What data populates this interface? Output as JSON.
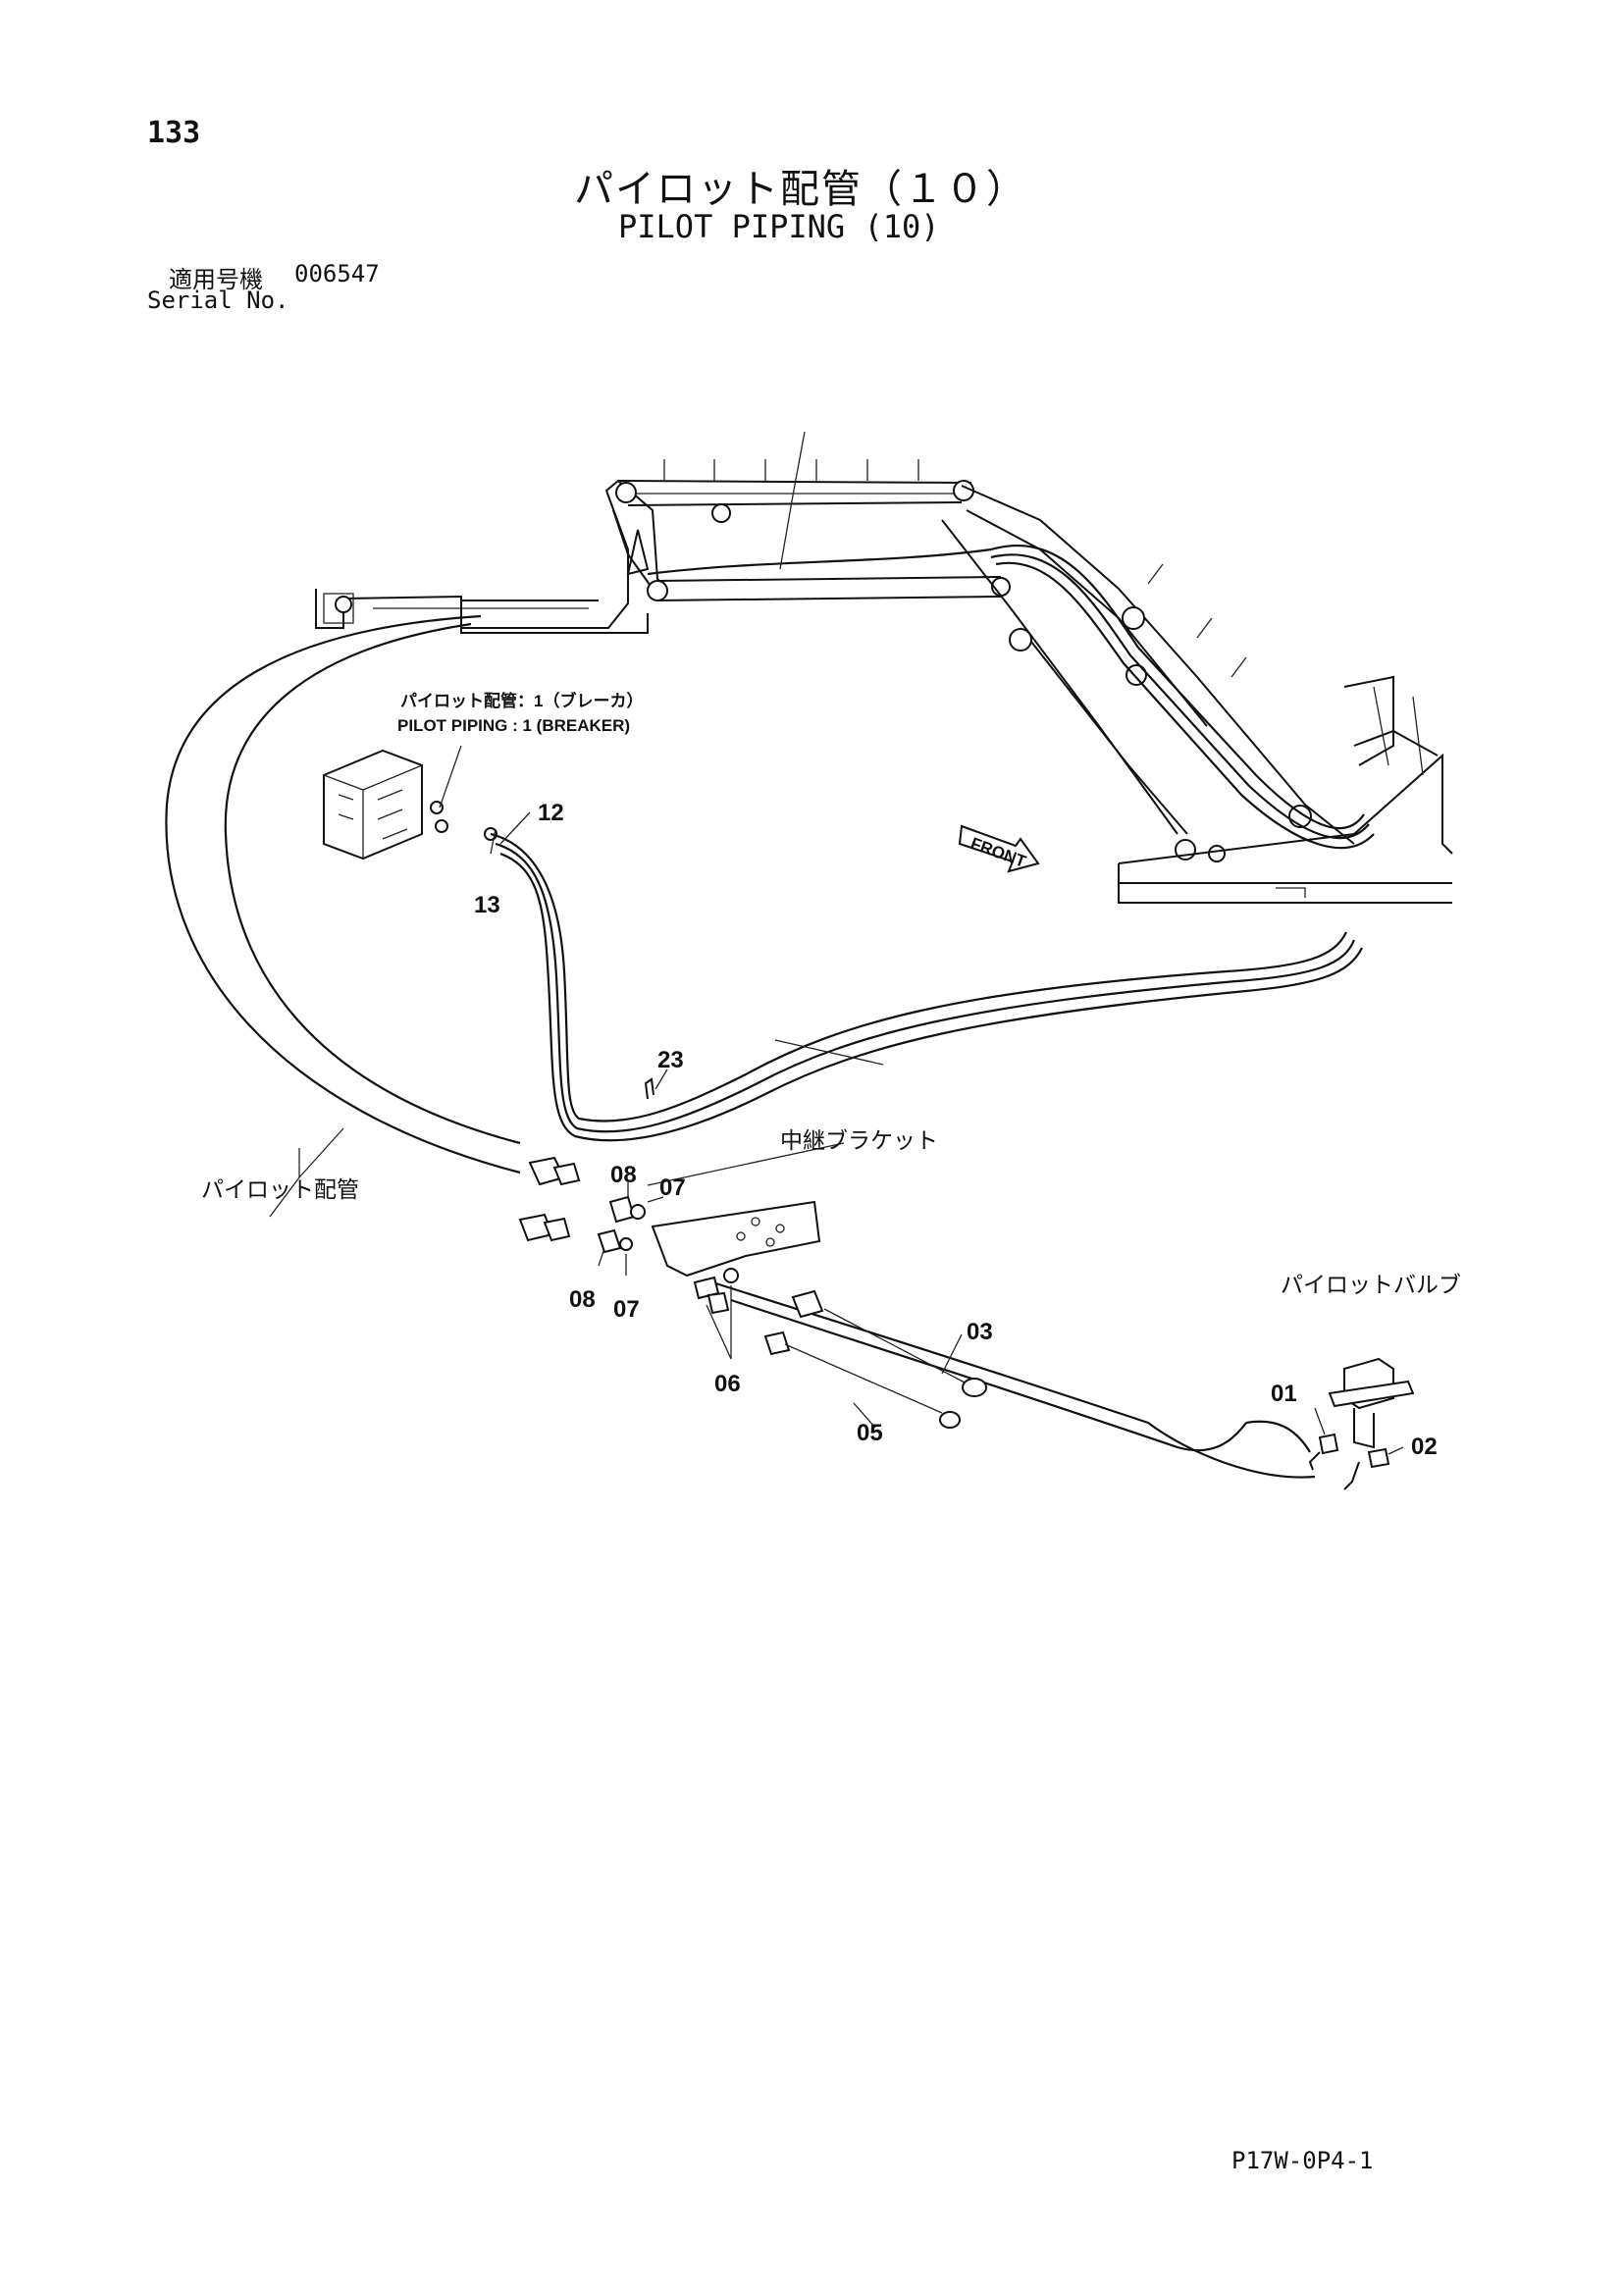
{
  "header": {
    "page_number": "133",
    "title_jp": "パイロット配管（１０）",
    "title_en": "PILOT PIPING (10)",
    "serial_label_jp": "適用号機",
    "serial_value": "006547",
    "serial_label_en": "Serial No."
  },
  "callouts": {
    "breaker_jp": "パイロット配管：1（ブレーカ）",
    "breaker_en": "PILOT PIPING : 1 (BREAKER)",
    "pilot_piping_jp": "パイロット配管",
    "relay_bracket_jp": "中継ブラケット",
    "pilot_valve_jp": "パイロットバルブ",
    "front": "FRONT"
  },
  "part_numbers": {
    "p01": "01",
    "p02": "02",
    "p03": "03",
    "p05": "05",
    "p06": "06",
    "p07a": "07",
    "p07b": "07",
    "p08a": "08",
    "p08b": "08",
    "p12": "12",
    "p13": "13",
    "p23": "23"
  },
  "footer": {
    "doc_code": "P17W-0P4-1"
  }
}
